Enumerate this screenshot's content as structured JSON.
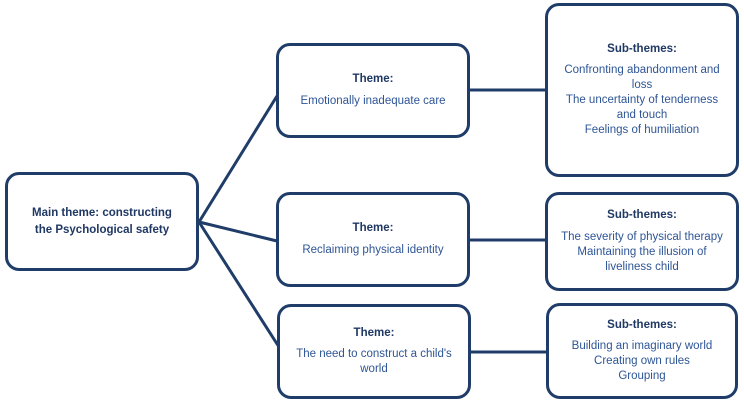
{
  "colors": {
    "border": "#1f3d68",
    "heading_text": "#1f3864",
    "body_text": "#2e5596",
    "background": "#ffffff"
  },
  "main_theme": {
    "label": "Main theme: constructing the Psychological safety"
  },
  "branches": [
    {
      "theme_heading": "Theme:",
      "theme_label": "Emotionally inadequate care",
      "subthemes_heading": "Sub-themes:",
      "subthemes": [
        "Confronting abandonment and loss",
        "The uncertainty of tenderness and touch",
        "Feelings of humiliation"
      ]
    },
    {
      "theme_heading": "Theme:",
      "theme_label": "Reclaiming physical identity",
      "subthemes_heading": "Sub-themes:",
      "subthemes": [
        "The severity of physical therapy",
        "Maintaining the illusion of liveliness child"
      ]
    },
    {
      "theme_heading": "Theme:",
      "theme_label": "The need to construct a child's world",
      "subthemes_heading": "Sub-themes:",
      "subthemes": [
        "Building an imaginary world",
        "Creating own rules",
        "Grouping"
      ]
    }
  ]
}
